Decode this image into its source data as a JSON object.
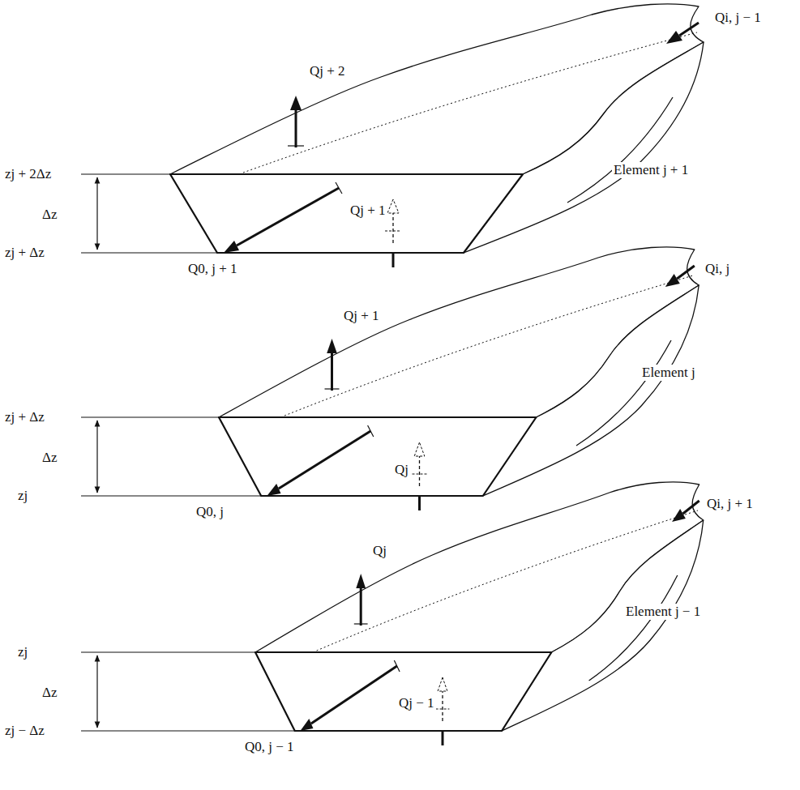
{
  "diagram": {
    "labels": [
      "Qi, j − 1",
      "Qj + 2",
      "zj + 2Δz",
      "Δz",
      "Element j + 1",
      "Qj + 1",
      "zj + Δz",
      "Q0, j + 1",
      "Qi, j",
      "Qj + 1",
      "zj + Δz",
      "Δz",
      "Element j",
      "Qj",
      "zj",
      "Q0, j",
      "Qi, j + 1",
      "Qj",
      "Element j − 1",
      "zj",
      "Δz",
      "Qj − 1",
      "zj − Δz",
      "Q0, j − 1"
    ]
  }
}
